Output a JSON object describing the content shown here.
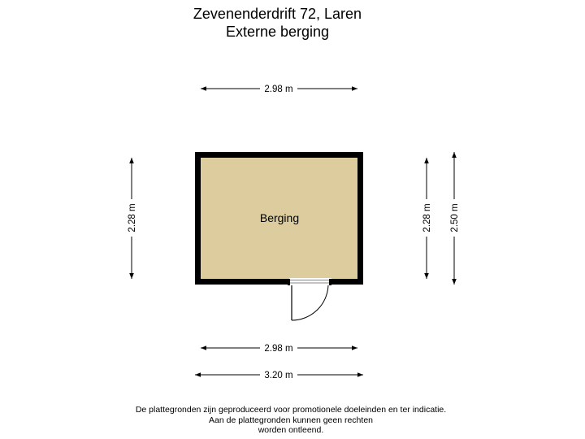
{
  "header": {
    "address": "Zevenenderdrift 72, Laren",
    "floor": "Externe berging"
  },
  "plan": {
    "room_name": "Berging",
    "dimensions": {
      "top_width": "2.98 m",
      "left_height": "2.28 m",
      "right_inner_height": "2.28 m",
      "right_outer_height": "2.50 m",
      "bottom_inner_width": "2.98 m",
      "bottom_outer_width": "3.20 m"
    },
    "colors": {
      "room_fill": "#dccc9e",
      "wall": "#000000"
    }
  },
  "footer": {
    "line1": "De plattegronden zijn geproduceerd voor promotionele doeleinden en ter indicatie.",
    "line2": "Aan de plattegronden kunnen geen rechten",
    "line3": "worden ontleend."
  }
}
